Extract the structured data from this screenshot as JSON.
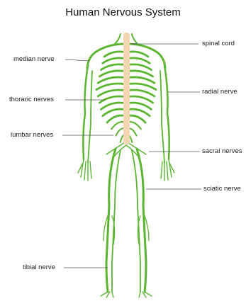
{
  "title": "Human Nervous System",
  "labels": {
    "spinal_cord": "spinal cord",
    "median_nerve": "median nerve",
    "radial_nerve": "radial nerve",
    "thoracic_nerves": "thoraric nerves",
    "lumbar_nerves": "lumbar nerves",
    "sacral_nerves": "sacral nerves",
    "sciatic_nerve": "sciatic nerve",
    "tibial_nerve": "tibial nerve"
  },
  "colors": {
    "nerve": "#5cb531",
    "spinal_cord": "#f4d6b3",
    "leader_line": "#555555"
  }
}
